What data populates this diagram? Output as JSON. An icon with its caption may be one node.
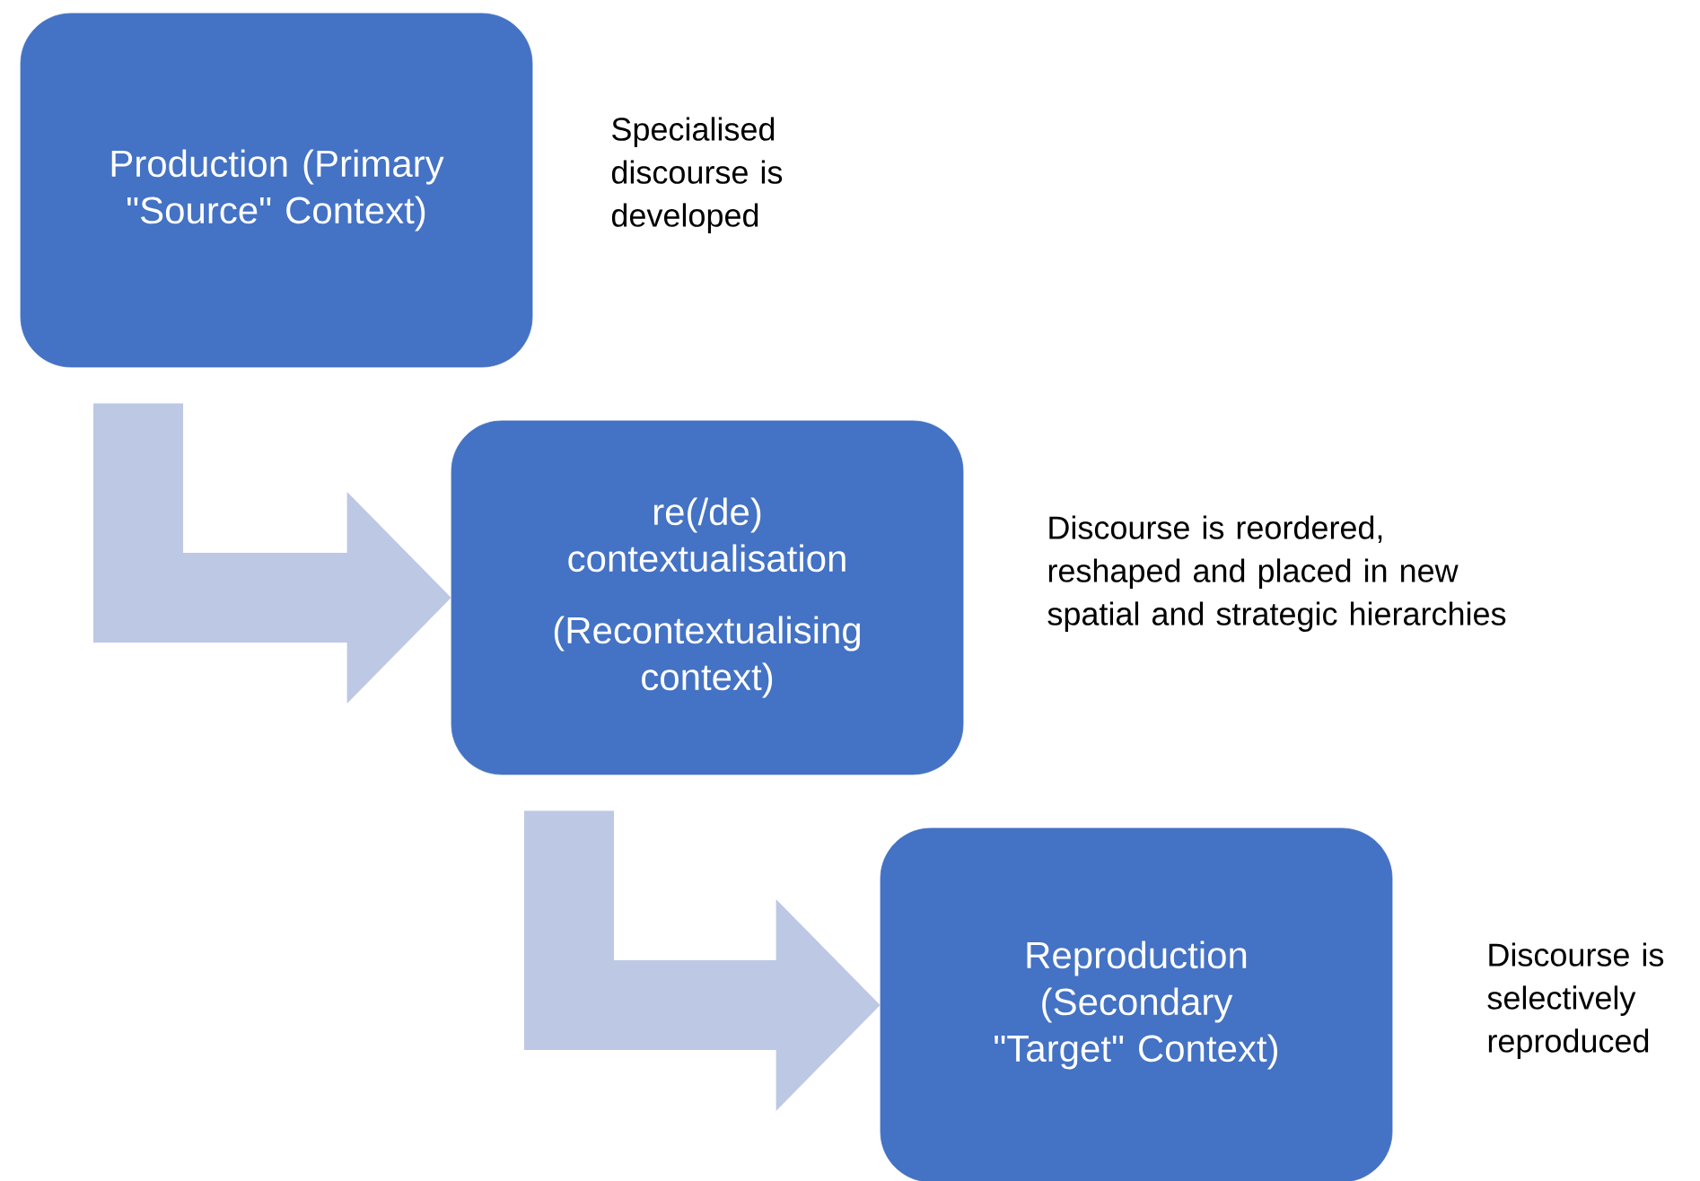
{
  "diagram": {
    "nodes": [
      {
        "text": [
          "Production (Primary \"Source\" Context)"
        ],
        "beside": [
          "Specialised discourse is developed"
        ]
      },
      {
        "text": [
          "re(/de) contextualisation",
          "(Recontextualising context)"
        ],
        "beside": [
          "Discourse is reordered, reshaped and placed in new spatial and strategic hierarchies"
        ]
      },
      {
        "text": [
          "Reproduction (Secondary \"Target\" Context)"
        ],
        "beside": [
          "Discourse is selectively reproduced"
        ]
      }
    ],
    "edges": [
      {
        "from": 0,
        "to": 1,
        "arrow": "to"
      },
      {
        "from": 1,
        "to": 2,
        "arrow": "to"
      }
    ]
  }
}
